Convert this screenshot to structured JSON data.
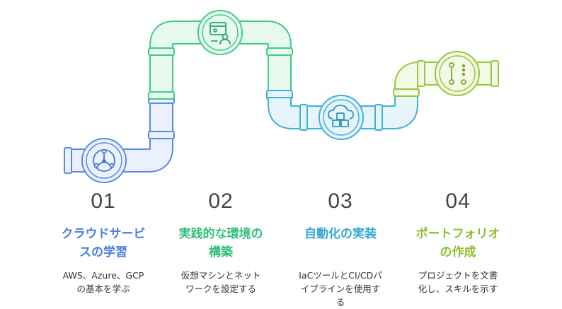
{
  "colors": {
    "blue": "#5b8be0",
    "green": "#3ecb88",
    "cyan": "#3fb0d8",
    "lime": "#98c83a"
  },
  "steps": [
    {
      "number": "01",
      "title_line1": "クラウドサービ",
      "title_line2": "スの学習",
      "desc_line1": "AWS、Azure、GCP",
      "desc_line2": "の基本を学ぶ",
      "desc_line3": "",
      "icon": "cloud-network-icon"
    },
    {
      "number": "02",
      "title_line1": "実践的な環境の",
      "title_line2": "構築",
      "desc_line1": "仮想マシンとネット",
      "desc_line2": "ワークを設定する",
      "desc_line3": "",
      "icon": "virtual-machine-user-icon"
    },
    {
      "number": "03",
      "title_line1": "自動化の実装",
      "title_line2": "",
      "desc_line1": "IaCツールとCI/CDパ",
      "desc_line2": "イプラインを使用す",
      "desc_line3": "る",
      "icon": "cloud-cubes-icon"
    },
    {
      "number": "04",
      "title_line1": "ポートフォリオ",
      "title_line2": "の作成",
      "desc_line1": "プロジェクトを文書",
      "desc_line2": "化し、スキルを示す",
      "desc_line3": "",
      "icon": "workflow-timeline-icon"
    }
  ]
}
